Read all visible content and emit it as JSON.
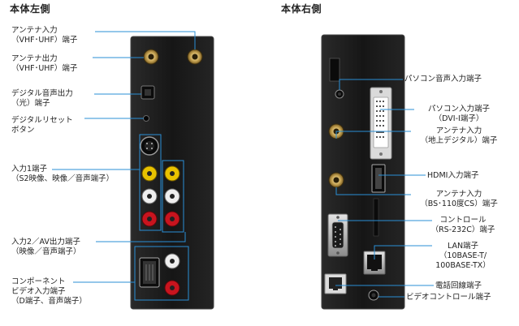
{
  "sections": {
    "left_title": "本体左側",
    "right_title": "本体右側"
  },
  "left_labels": {
    "antenna_in": [
      "アンテナ入力",
      "（VHF･UHF）端子"
    ],
    "antenna_out": [
      "アンテナ出力",
      "（VHF･UHF）端子"
    ],
    "digital_audio_out": [
      "デジタル音声出力",
      "（光）端子"
    ],
    "digital_reset": [
      "デジタルリセット",
      "ボタン"
    ],
    "input1": [
      "入力1端子",
      "（S2映像、映像／音声端子）"
    ],
    "input2_av_out": [
      "入力2／AV出力端子",
      "（映像／音声端子）"
    ],
    "component_video": [
      "コンポーネント",
      "ビデオ入力端子",
      "（D端子、音声端子）"
    ]
  },
  "right_labels": {
    "pc_audio_in": [
      "パソコン音声入力端子"
    ],
    "pc_input": [
      "パソコン入力端子",
      "（DVI-I端子）"
    ],
    "antenna_terrestrial": [
      "アンテナ入力",
      "（地上デジタル）端子"
    ],
    "hdmi_input": [
      "HDMI入力端子"
    ],
    "antenna_bs_cs": [
      "アンテナ入力",
      "（BS･110度CS）端子"
    ],
    "control": [
      "コントロール",
      "（RS-232C）端子"
    ],
    "lan": [
      "LAN端子",
      "（10BASE-T/",
      "100BASE-TX）"
    ],
    "phone_line": [
      "電話回線端子"
    ],
    "video_control": [
      "ビデオコントロール端子"
    ]
  },
  "colors": {
    "panel": "#1c1c1c",
    "callout": "#2a8fd6",
    "audio_red": "#c8141e",
    "video_yellow": "#e8c200",
    "audio_white": "#eeeeee"
  }
}
